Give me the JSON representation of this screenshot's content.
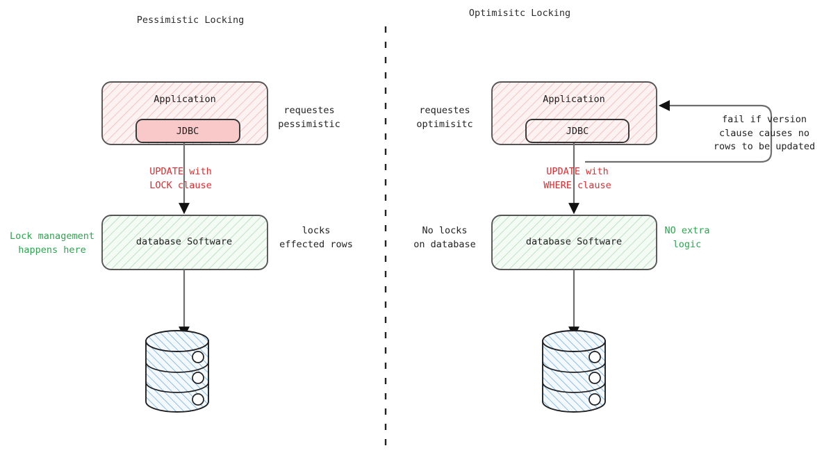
{
  "diagram": {
    "title_left": "Pessimistic Locking",
    "title_right": "Optimisitc Locking",
    "colors": {
      "app_fill": "#fdf0f0",
      "app_hatch": "#f3b8b8",
      "app_stroke": "#4d4d4d",
      "jdbc_solid_fill": "#f9c9c9",
      "jdbc_stroke": "#333333",
      "db_fill": "#f2f9f2",
      "db_hatch": "#9fd4a8",
      "db_stroke": "#4d4d4d",
      "cylinder_fill": "#eef6fd",
      "cylinder_hatch": "#5b9bd5",
      "cylinder_stroke": "#222222",
      "arrow": "#6e6e6e",
      "arrowhead": "#111111",
      "red_text": "#e8272c",
      "green_text": "#2ea44f",
      "body_text": "#232323",
      "divider": "#222222"
    }
  },
  "left": {
    "title": "Pessimistic Locking",
    "application_label": "Application",
    "jdbc_label": "JDBC",
    "database_software_label": "database Software",
    "note_requests": "requestes\npessimistic",
    "note_update": "UPDATE with\nLOCK clause",
    "note_lock_mgmt": "Lock management\nhappens here",
    "note_locks_rows": "locks\neffected rows"
  },
  "right": {
    "title": "Optimisitc Locking",
    "application_label": "Application",
    "jdbc_label": "JDBC",
    "database_software_label": "database Software",
    "note_requests": "requestes\noptimisitc",
    "note_update": "UPDATE with\nWHERE clause",
    "note_no_locks": "No locks\non database",
    "note_no_extra_logic": "NO extra\nlogic",
    "note_fail": "fail if version\nclause causes no\nrows to be updated"
  }
}
